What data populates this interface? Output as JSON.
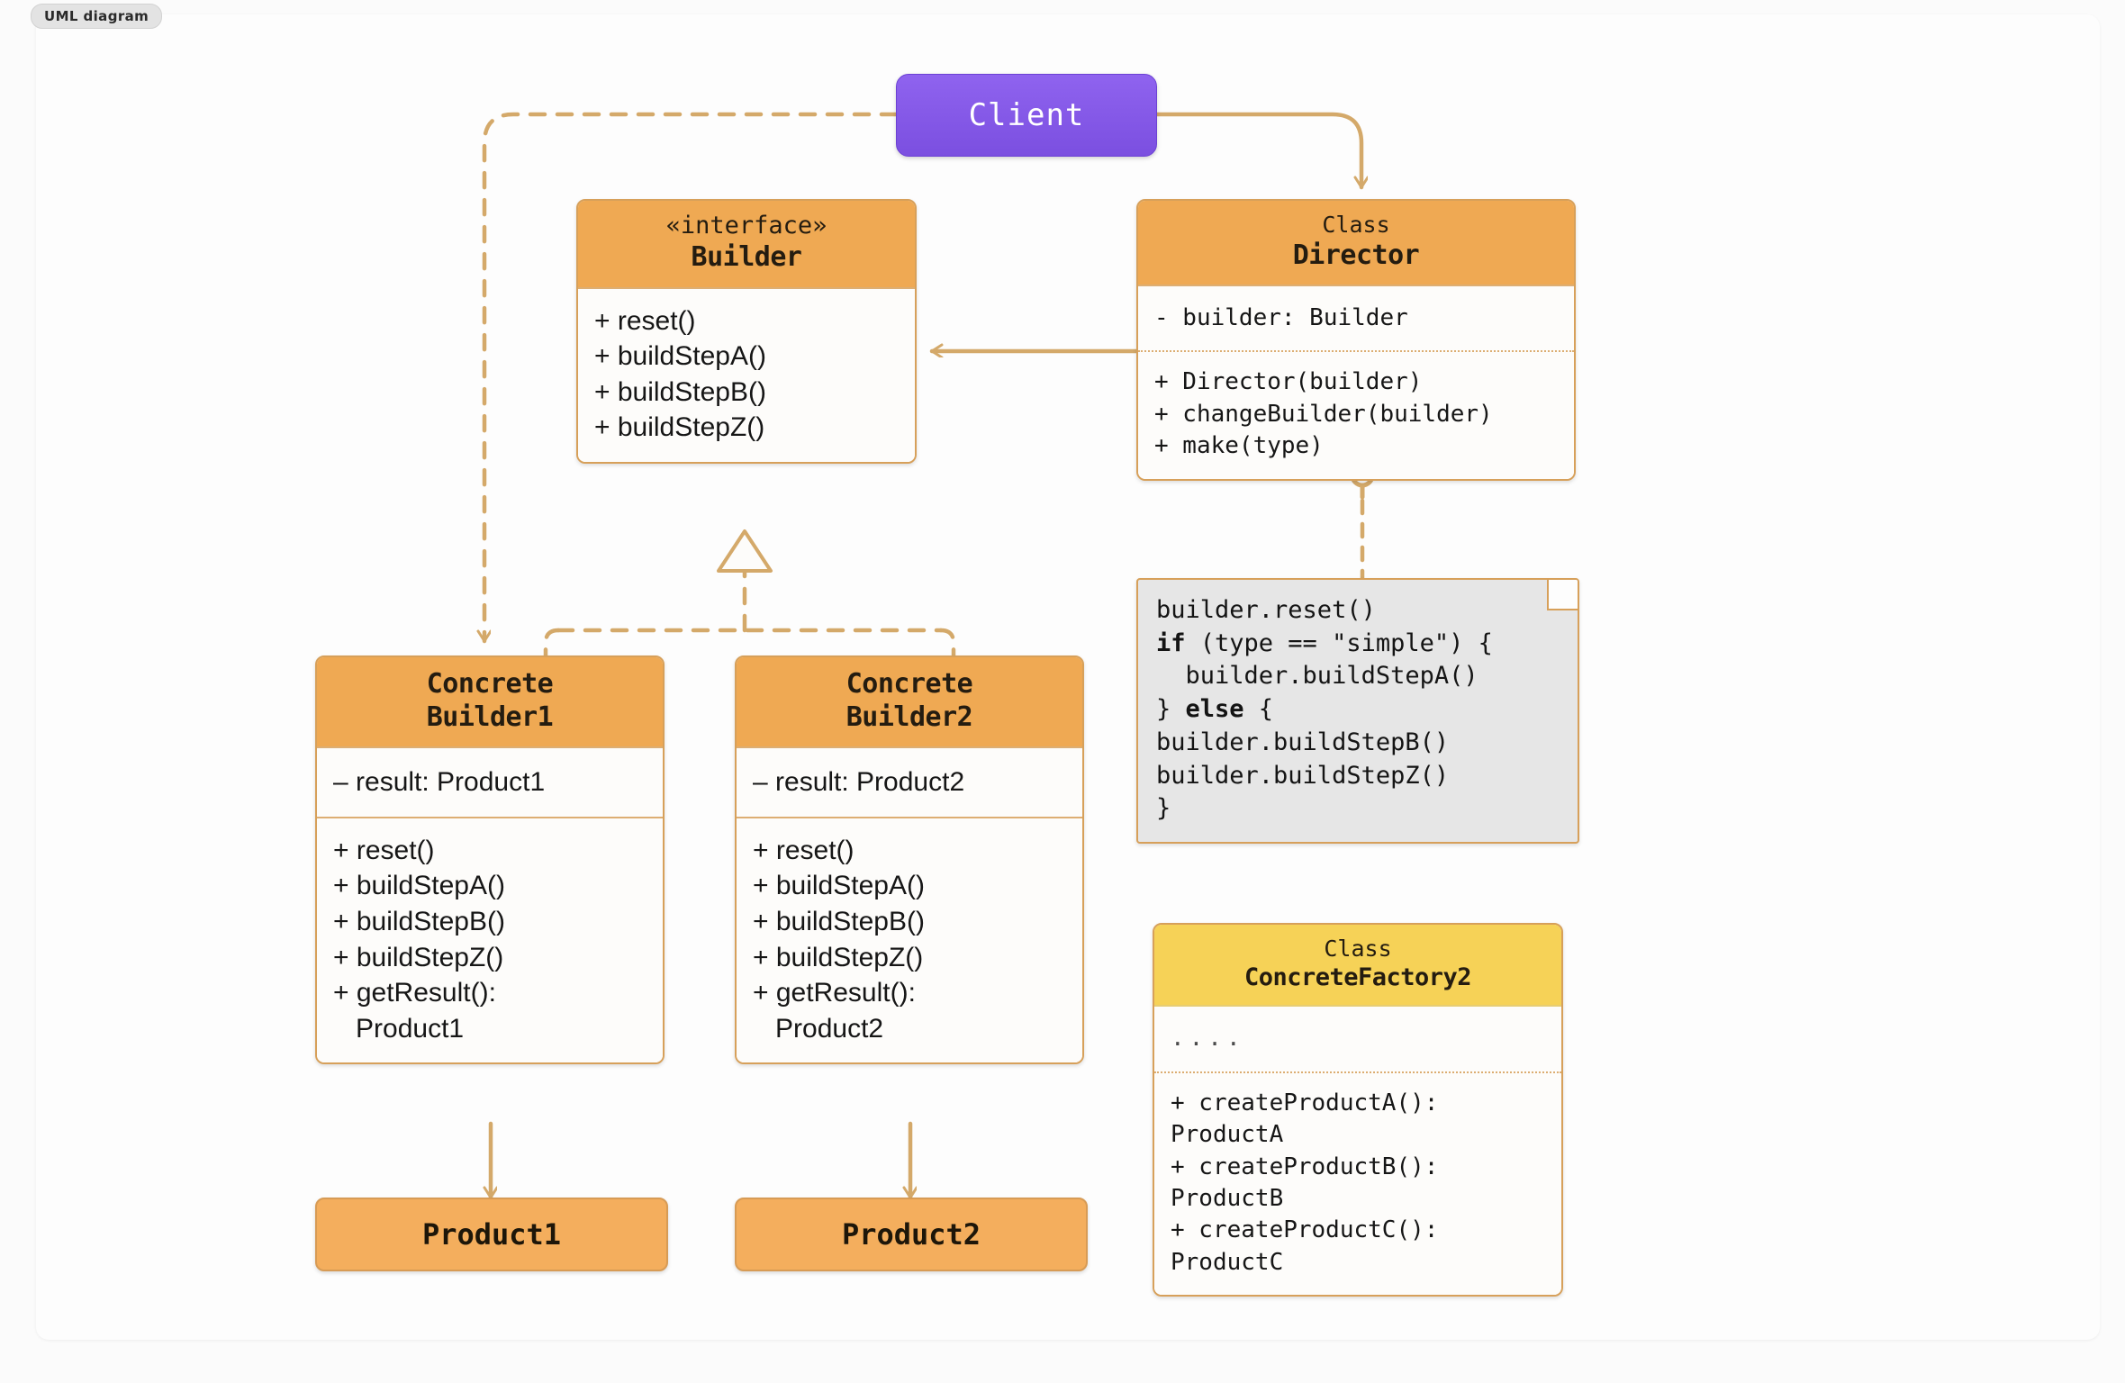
{
  "tab": {
    "label": "UML diagram"
  },
  "diagram": {
    "title": "Builder design pattern UML class diagram",
    "colors": {
      "class_header_orange": "#efa953",
      "class_header_yellow": "#f6d257",
      "class_border": "#d7a05a",
      "class_body": "#fdfcfa",
      "client_purple": "#7b4fe0",
      "product_fill": "#f4ae5d",
      "note_fill": "#e6e6e6",
      "link_line": "#d4a96a",
      "canvas": "#fdfdfd"
    },
    "nodes": {
      "client": {
        "name": "Client",
        "label": "Client",
        "shape": "rounded-rect",
        "fill": "#7b4fe0"
      },
      "builder": {
        "name": "Builder",
        "stereotype": "«interface»",
        "title": "Builder",
        "attributes": [],
        "methods": [
          "+ reset()",
          "+ buildStepA()",
          "+ buildStepB()",
          "+ buildStepZ()"
        ]
      },
      "director": {
        "name": "Director",
        "kind": "Class",
        "title": "Director",
        "attributes": [
          "- builder: Builder"
        ],
        "methods": [
          "+ Director(builder)",
          "+ changeBuilder(builder)",
          "+ make(type)"
        ],
        "anchor_note": "make(type)"
      },
      "concrete_builder1": {
        "name": "ConcreteBuilder1",
        "title_line1": "Concrete",
        "title_line2": "Builder1",
        "attributes": [
          "– result: Product1"
        ],
        "methods": [
          "+ reset()",
          "+ buildStepA()",
          "+ buildStepB()",
          "+ buildStepZ()",
          "+ getResult():\n   Product1"
        ]
      },
      "concrete_builder2": {
        "name": "ConcreteBuilder2",
        "title_line1": "Concrete",
        "title_line2": "Builder2",
        "attributes": [
          "– result: Product2"
        ],
        "methods": [
          "+ reset()",
          "+ buildStepA()",
          "+ buildStepB()",
          "+ buildStepZ()",
          "+ getResult():\n   Product2"
        ]
      },
      "product1": {
        "name": "Product1",
        "label": "Product1"
      },
      "product2": {
        "name": "Product2",
        "label": "Product2"
      },
      "concrete_factory2": {
        "name": "ConcreteFactory2",
        "kind": "Class",
        "title": "ConcreteFactory2",
        "attributes": [
          "...."
        ],
        "methods": [
          "+ createProductA(): ProductA",
          "+ createProductB(): ProductB",
          "+ createProductC(): ProductC"
        ]
      },
      "code_note": {
        "name": "make-body-note",
        "lines": [
          {
            "text": "builder.reset()",
            "bold": false,
            "indent": 0
          },
          {
            "text": "if (type == \"simple\") {",
            "bold_prefix": "if",
            "indent": 0
          },
          {
            "text": "builder.buildStepA()",
            "bold": false,
            "indent": 1
          },
          {
            "text": "} else {",
            "bold_prefix": "else",
            "indent": 0
          },
          {
            "text": "builder.buildStepB()",
            "bold": false,
            "indent": 1
          },
          {
            "text": "builder.buildStepZ()",
            "bold": false,
            "indent": 1
          },
          {
            "text": "}",
            "bold": false,
            "indent": 0
          }
        ]
      }
    },
    "edges": [
      {
        "name": "client-to-director",
        "from": "Client",
        "to": "Director",
        "style": "solid",
        "arrow": "open-arrow"
      },
      {
        "name": "client-to-concretebuilder1",
        "from": "Client",
        "to": "ConcreteBuilder1",
        "style": "dashed",
        "arrow": "open-arrow"
      },
      {
        "name": "director-to-builder",
        "from": "Director",
        "to": "Builder",
        "style": "solid",
        "arrow": "open-arrow",
        "relation": "association"
      },
      {
        "name": "concretebuilder1-realizes-builder",
        "from": "ConcreteBuilder1",
        "to": "Builder",
        "style": "dashed",
        "arrow": "hollow-triangle",
        "relation": "realization"
      },
      {
        "name": "concretebuilder2-realizes-builder",
        "from": "ConcreteBuilder2",
        "to": "Builder",
        "style": "dashed",
        "arrow": "hollow-triangle",
        "relation": "realization"
      },
      {
        "name": "concretebuilder1-to-product1",
        "from": "ConcreteBuilder1",
        "to": "Product1",
        "style": "solid",
        "arrow": "open-arrow"
      },
      {
        "name": "concretebuilder2-to-product2",
        "from": "ConcreteBuilder2",
        "to": "Product2",
        "style": "solid",
        "arrow": "open-arrow"
      },
      {
        "name": "make-to-code-note",
        "from": "Director.make(type)",
        "to": "make-body-note",
        "style": "dashed",
        "arrow": "circle-anchor"
      }
    ]
  }
}
